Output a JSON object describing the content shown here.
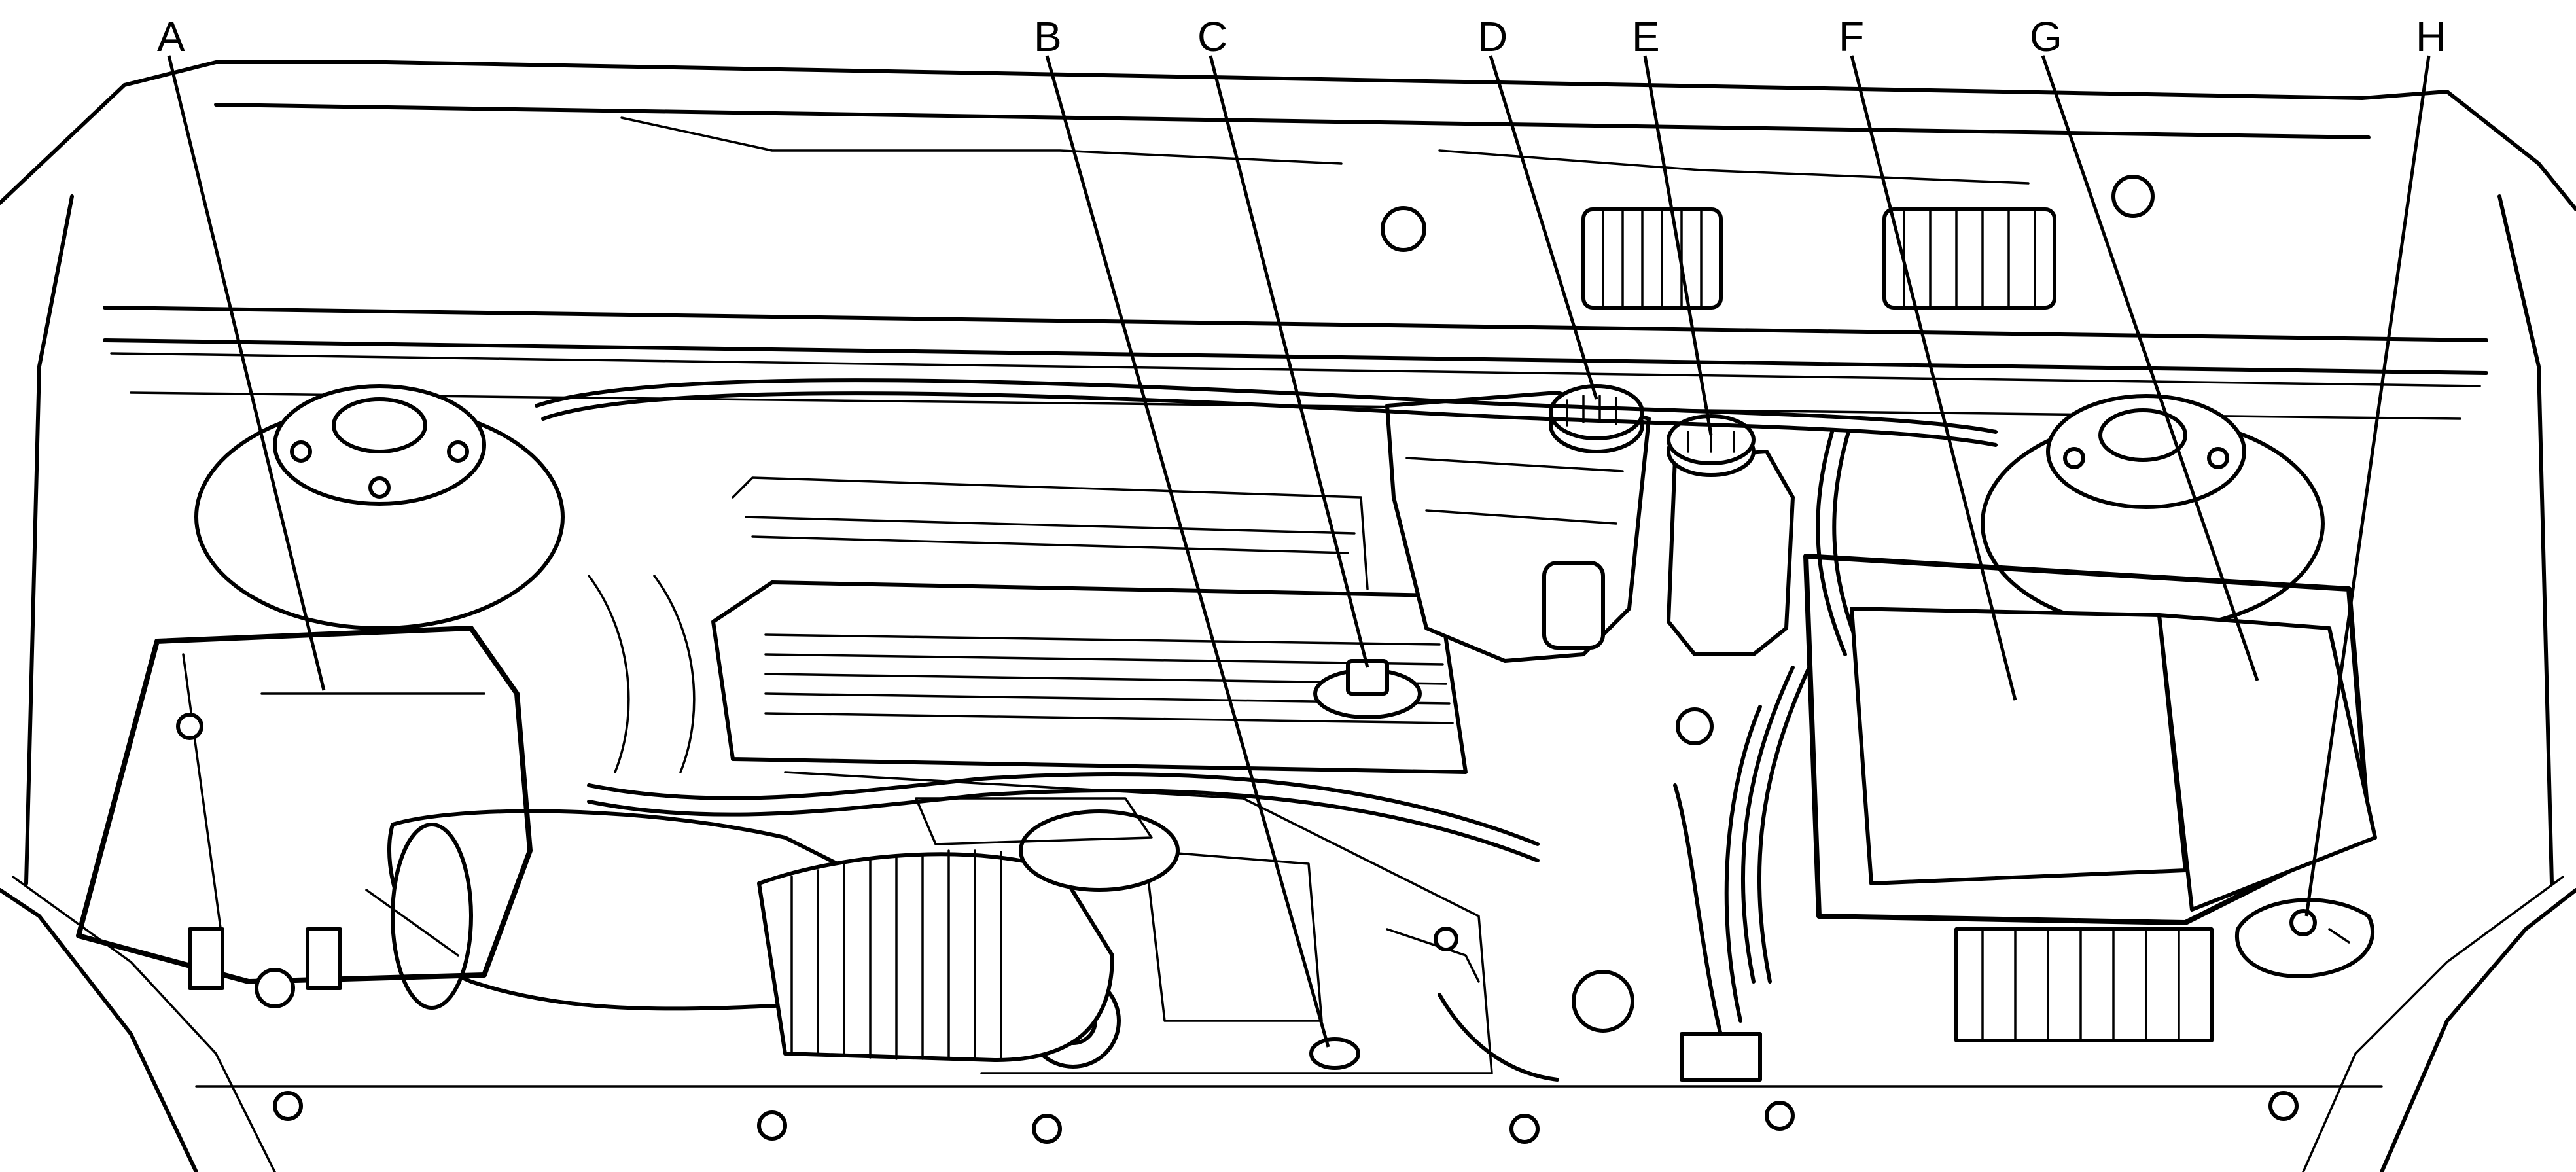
{
  "callouts": [
    {
      "id": "A",
      "label": "A"
    },
    {
      "id": "B",
      "label": "B"
    },
    {
      "id": "C",
      "label": "C"
    },
    {
      "id": "D",
      "label": "D"
    },
    {
      "id": "E",
      "label": "E"
    },
    {
      "id": "F",
      "label": "F"
    },
    {
      "id": "G",
      "label": "G"
    },
    {
      "id": "H",
      "label": "H"
    }
  ],
  "colors": {
    "line": "#000000",
    "background": "#ffffff"
  }
}
